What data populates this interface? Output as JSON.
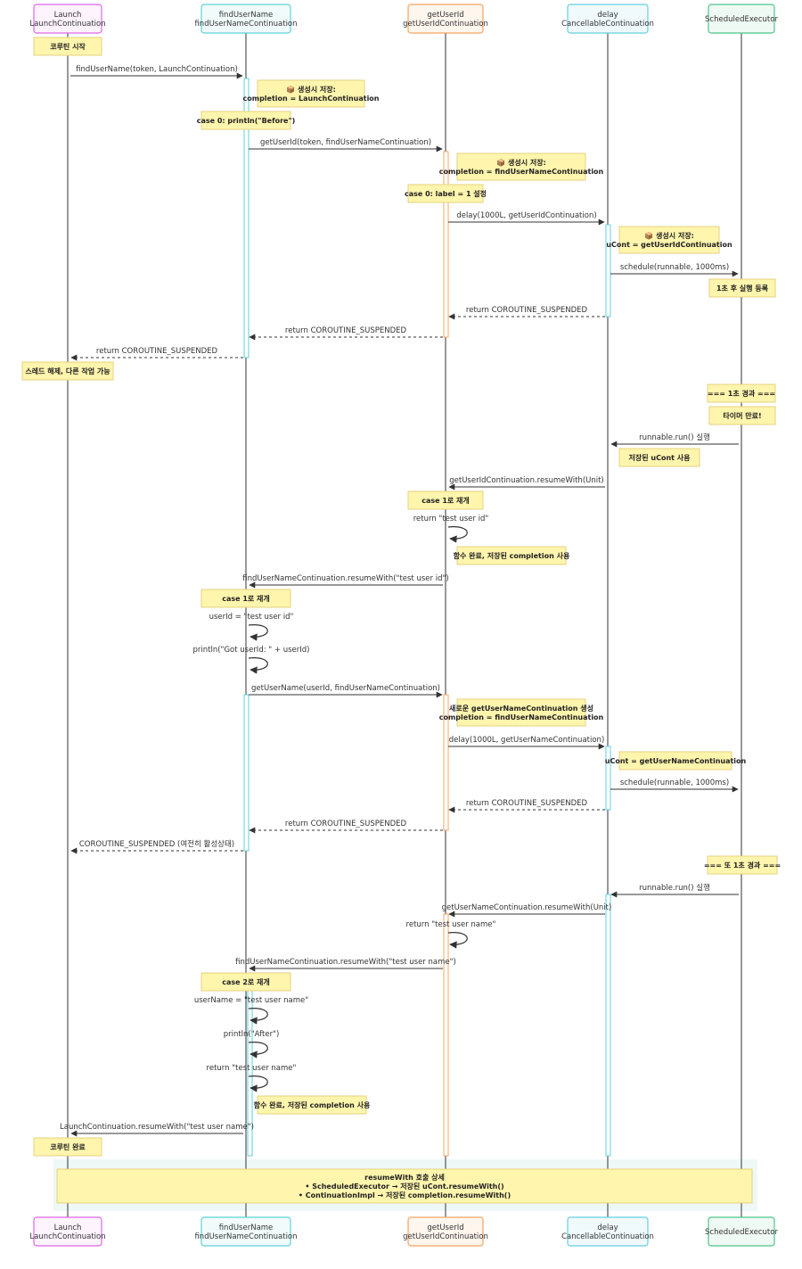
{
  "participants": [
    {
      "id": "L",
      "lines": [
        "Launch",
        "LaunchContinuation"
      ],
      "color": "#e066e6",
      "bg": "#fdf4fd"
    },
    {
      "id": "F",
      "lines": [
        "findUserName",
        "findUserNameContinuation"
      ],
      "color": "#5cd1d6",
      "bg": "#f2fbfb"
    },
    {
      "id": "G",
      "lines": [
        "getUserId",
        "getUserIdContinuation"
      ],
      "color": "#f4a460",
      "bg": "#fff6ee"
    },
    {
      "id": "D",
      "lines": [
        "delay",
        "CancellableContinuation"
      ],
      "color": "#63cfe0",
      "bg": "#f0fafc"
    },
    {
      "id": "S",
      "lines": [
        "ScheduledExecutor"
      ],
      "color": "#4cc48a",
      "bg": "#f0faf4"
    }
  ],
  "messages": [
    {
      "from": "L",
      "to": "F",
      "text": "findUserName(token, LaunchContinuation)",
      "style": "solid"
    },
    {
      "from": "F",
      "to": "G",
      "text": "getUserId(token, findUserNameContinuation)",
      "style": "solid"
    },
    {
      "from": "G",
      "to": "D",
      "text": "delay(1000L, getUserIdContinuation)",
      "style": "solid"
    },
    {
      "from": "D",
      "to": "S",
      "text": "schedule(runnable, 1000ms)",
      "style": "solid"
    },
    {
      "from": "D",
      "to": "G",
      "text": "return COROUTINE_SUSPENDED",
      "style": "dashed"
    },
    {
      "from": "G",
      "to": "F",
      "text": "return COROUTINE_SUSPENDED",
      "style": "dashed"
    },
    {
      "from": "F",
      "to": "L",
      "text": "return COROUTINE_SUSPENDED",
      "style": "dashed"
    },
    {
      "from": "S",
      "to": "D",
      "text": "runnable.run() 실행",
      "style": "solid"
    },
    {
      "from": "D",
      "to": "G",
      "text": "getUserIdContinuation.resumeWith(Unit)",
      "style": "solid"
    },
    {
      "from": "G",
      "to": "G",
      "text": "return \"test user id\"",
      "style": "self"
    },
    {
      "from": "G",
      "to": "F",
      "text": "findUserNameContinuation.resumeWith(\"test user id\")",
      "style": "solid"
    },
    {
      "from": "F",
      "to": "F",
      "text": "userId = \"test user id\"",
      "style": "self"
    },
    {
      "from": "F",
      "to": "F",
      "text": "println(\"Got userId: \" + userId)",
      "style": "self"
    },
    {
      "from": "F",
      "to": "G",
      "text": "getUserName(userId, findUserNameContinuation)",
      "style": "solid"
    },
    {
      "from": "G",
      "to": "D",
      "text": "delay(1000L, getUserNameContinuation)",
      "style": "solid"
    },
    {
      "from": "D",
      "to": "S",
      "text": "schedule(runnable, 1000ms)",
      "style": "solid"
    },
    {
      "from": "D",
      "to": "G",
      "text": "return COROUTINE_SUSPENDED",
      "style": "dashed"
    },
    {
      "from": "G",
      "to": "F",
      "text": "return COROUTINE_SUSPENDED",
      "style": "dashed"
    },
    {
      "from": "F",
      "to": "L",
      "text": "COROUTINE_SUSPENDED (여전히 활성상태)",
      "style": "dashed"
    },
    {
      "from": "S",
      "to": "D",
      "text": "runnable.run() 실행",
      "style": "solid"
    },
    {
      "from": "D",
      "to": "G",
      "text": "getUserNameContinuation.resumeWith(Unit)",
      "style": "solid"
    },
    {
      "from": "G",
      "to": "G",
      "text": "return \"test user name\"",
      "style": "self"
    },
    {
      "from": "G",
      "to": "F",
      "text": "findUserNameContinuation.resumeWith(\"test user name\")",
      "style": "solid"
    },
    {
      "from": "F",
      "to": "F",
      "text": "userName = \"test user name\"",
      "style": "self"
    },
    {
      "from": "F",
      "to": "F",
      "text": "println(\"After\")",
      "style": "self"
    },
    {
      "from": "F",
      "to": "F",
      "text": "return \"test user name\"",
      "style": "self"
    },
    {
      "from": "F",
      "to": "L",
      "text": "LaunchContinuation.resumeWith(\"test user name\")",
      "style": "solid"
    }
  ],
  "notes": [
    {
      "lines": [
        "코루틴 시작"
      ]
    },
    {
      "lines": [
        "📦 생성시 저장:",
        "completion = LaunchContinuation"
      ]
    },
    {
      "lines": [
        "case 0: println(\"Before\")"
      ]
    },
    {
      "lines": [
        "📦 생성시 저장:",
        "completion = findUserNameContinuation"
      ]
    },
    {
      "lines": [
        "case 0: label = 1 설정"
      ]
    },
    {
      "lines": [
        "📦 생성시 저장:",
        "uCont = getUserIdContinuation"
      ]
    },
    {
      "lines": [
        "1초 후 실행 등록"
      ]
    },
    {
      "lines": [
        "스레드 해제, 다른 작업 가능"
      ]
    },
    {
      "lines": [
        "=== 1초 경과 ==="
      ]
    },
    {
      "lines": [
        "타이머 만료!"
      ]
    },
    {
      "lines": [
        "저장된 uCont 사용"
      ]
    },
    {
      "lines": [
        "case 1로 재개"
      ]
    },
    {
      "lines": [
        "함수 완료, 저장된 completion 사용"
      ]
    },
    {
      "lines": [
        "case 1로 재개"
      ]
    },
    {
      "lines": [
        "새로운 getUserNameContinuation 생성",
        "completion = findUserNameContinuation"
      ]
    },
    {
      "lines": [
        "uCont = getUserNameContinuation"
      ]
    },
    {
      "lines": [
        "=== 또 1초 경과 ==="
      ]
    },
    {
      "lines": [
        "case 2로 재개"
      ]
    },
    {
      "lines": [
        "함수 완료, 저장된 completion 사용"
      ]
    },
    {
      "lines": [
        "코루틴 완료"
      ]
    },
    {
      "lines": [
        "resumeWith 호출 상세",
        "• ScheduledExecutor → 저장된 uCont.resumeWith()",
        "• ContinuationImpl → 저장된 completion.resumeWith()"
      ]
    }
  ],
  "colors": {
    "line": "#333333",
    "note_fill": "#fff5ad",
    "note_border": "#e6d280",
    "rect_bg": "#eef8f6"
  }
}
